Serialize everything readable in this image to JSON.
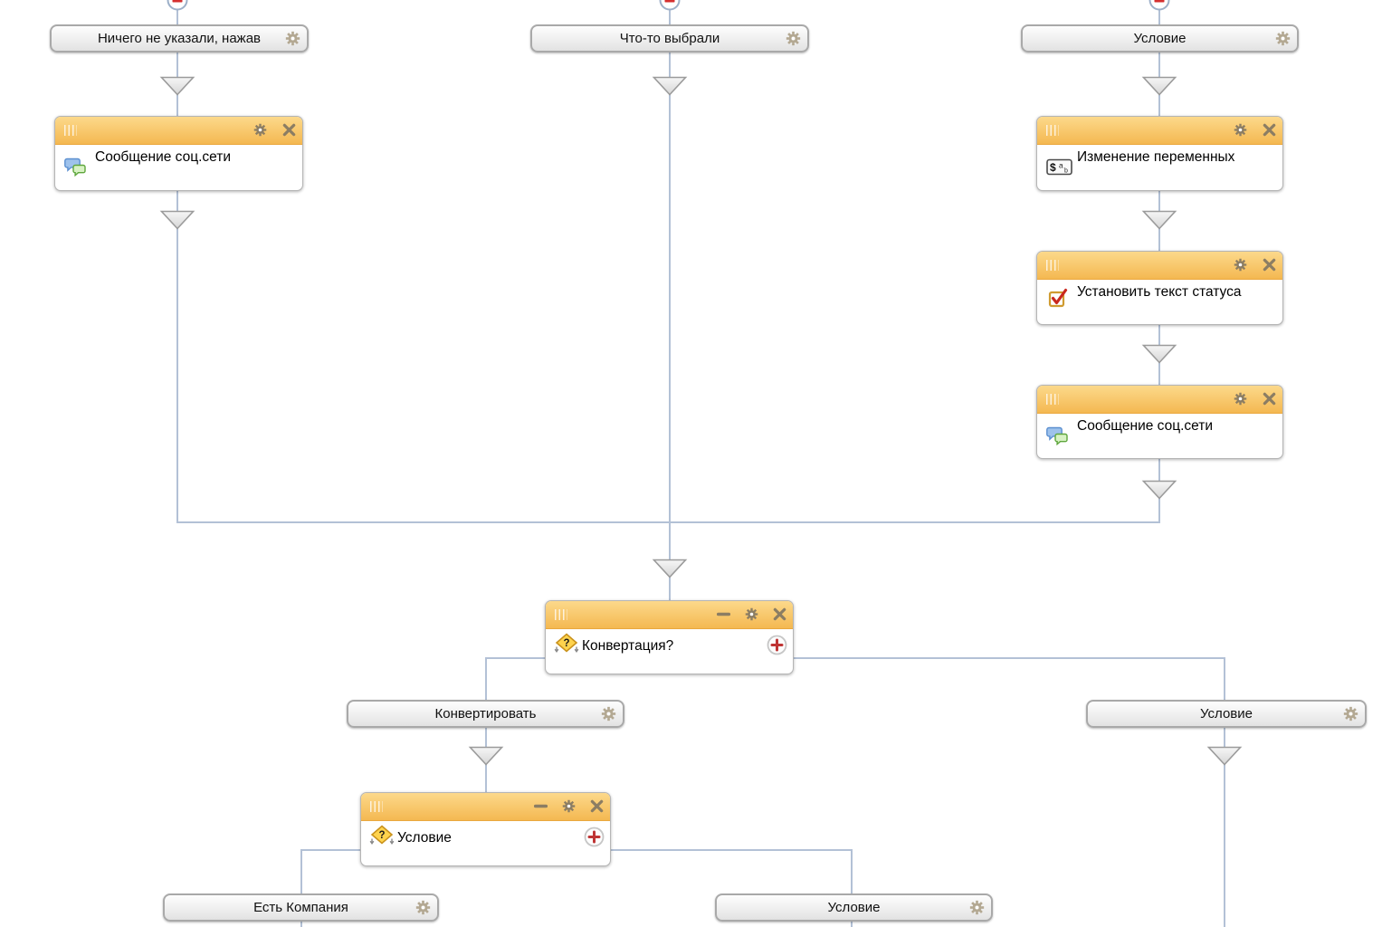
{
  "app": {
    "name": "workflow-designer-canvas"
  },
  "colors": {
    "background": "#ffffff",
    "connector": "#b3c1d6",
    "node_header_top": "#fcd98b",
    "node_header_bottom": "#f4b851",
    "label_border": "#a9a9a9",
    "delete_minus_red": "#d42f2f",
    "add_plus_red": "#bf3434",
    "gear_label": "#b3a892",
    "gear_node": "#8b7d63",
    "diamond_yellow": "#ffd34d"
  },
  "branch_labels": [
    {
      "text": "Ничего не указали, нажав"
    },
    {
      "text": "Что-то выбрали"
    },
    {
      "text": "Условие"
    },
    {
      "text": "Конвертировать"
    },
    {
      "text": "Условие"
    },
    {
      "text": "Есть Компания"
    },
    {
      "text": "Условие"
    }
  ],
  "nodes": [
    {
      "title": "Сообщение соц.сети",
      "icon": "social-message-icon"
    },
    {
      "title": "Изменение переменных",
      "icon": "variables-icon"
    },
    {
      "title": "Установить текст статуса",
      "icon": "status-checkbox-icon"
    },
    {
      "title": "Сообщение соц.сети",
      "icon": "social-message-icon"
    },
    {
      "title": "Конвертация?",
      "icon": "condition-diamond-icon"
    },
    {
      "title": "Условие",
      "icon": "condition-diamond-icon"
    }
  ],
  "glyphs": {
    "question": "?",
    "variables_dollar": "$",
    "variables_a": "a",
    "variables_b": "b"
  }
}
